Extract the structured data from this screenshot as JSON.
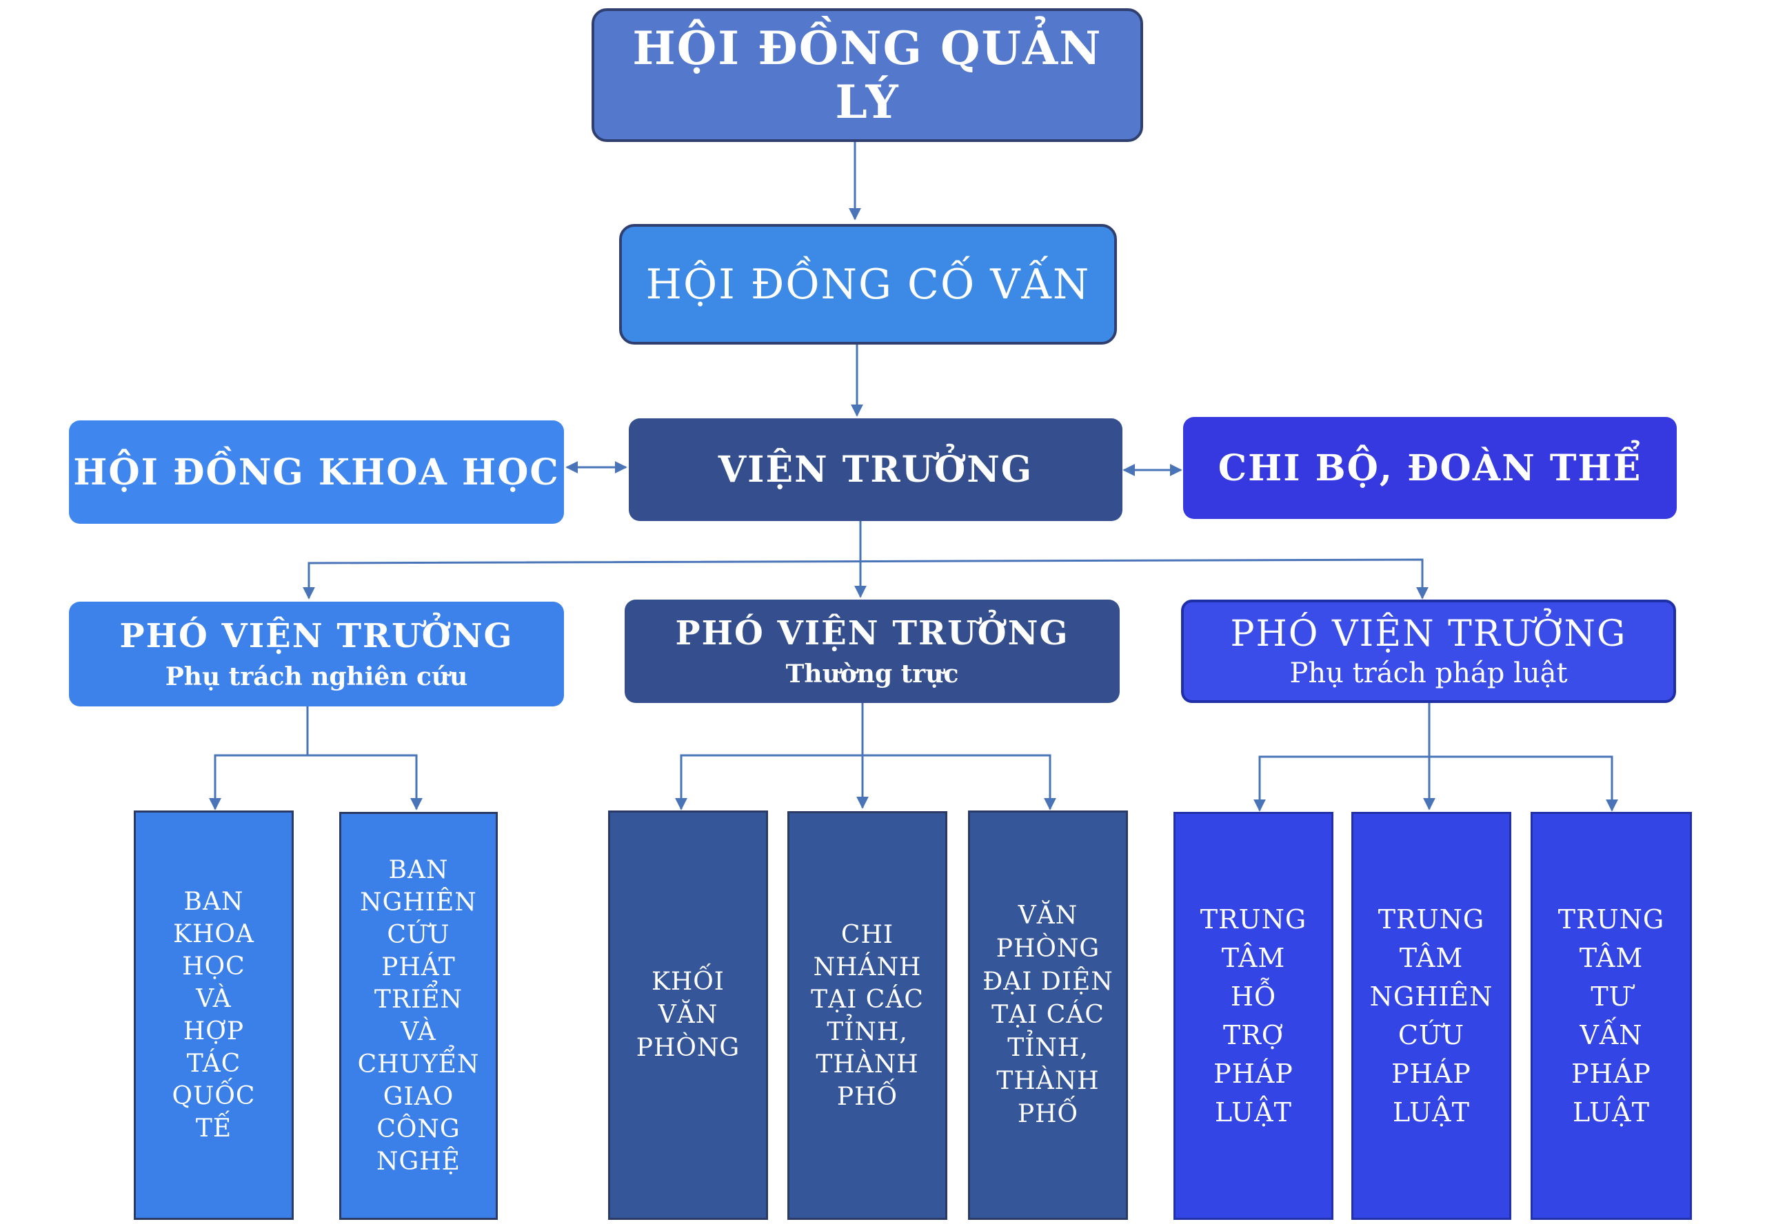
{
  "management_board": "HỘI ĐỒNG QUẢN LÝ",
  "advisory_board": "HỘI ĐỒNG CỐ VẤN",
  "science_council": "HỘI ĐỒNG KHOA HỌC",
  "director": "VIỆN TRƯỞNG",
  "party_unions": "CHI BỘ, ĐOÀN THỂ",
  "deputies": [
    {
      "title": "PHÓ VIỆN TRƯỞNG",
      "subtitle": "Phụ trách nghiên cứu"
    },
    {
      "title": "PHÓ VIỆN TRƯỞNG",
      "subtitle": "Thường trực"
    },
    {
      "title": "PHÓ VIỆN TRƯỞNG",
      "subtitle": "Phụ trách pháp luật"
    }
  ],
  "units": [
    {
      "label": "BAN\nKHOA\nHỌC\nVÀ\nHỢP\nTÁC\nQUỐC\nTẾ"
    },
    {
      "label": "BAN\nNGHIÊN\nCỨU\nPHÁT\nTRIỂN\nVÀ\nCHUYỂN\nGIAO\nCÔNG\nNGHỆ"
    },
    {
      "label": "KHỐI\nVĂN\nPHÒNG"
    },
    {
      "label": "CHI\nNHÁNH\nTẠI CÁC\nTỈNH,\nTHÀNH\nPHỐ"
    },
    {
      "label": "VĂN\nPHÒNG\nĐẠI DIỆN\nTẠI CÁC\nTỈNH,\nTHÀNH\nPHỐ"
    },
    {
      "label": "TRUNG\nTÂM\nHỖ\nTRỢ\nPHÁP\nLUẬT"
    },
    {
      "label": "TRUNG\nTÂM\nNGHIÊN\nCỨU\nPHÁP\nLUẬT"
    },
    {
      "label": "TRUNG\nTÂM\nTƯ\nVẤN\nPHÁP\nLUẬT"
    }
  ],
  "colors": {
    "management": "#5479cc",
    "advisory": "#3d8ae6",
    "research_branch": "#3d82eb",
    "standing_branch": "#354f8e",
    "legal_branch": "#3a4de9",
    "connector": "#4a74b8"
  }
}
